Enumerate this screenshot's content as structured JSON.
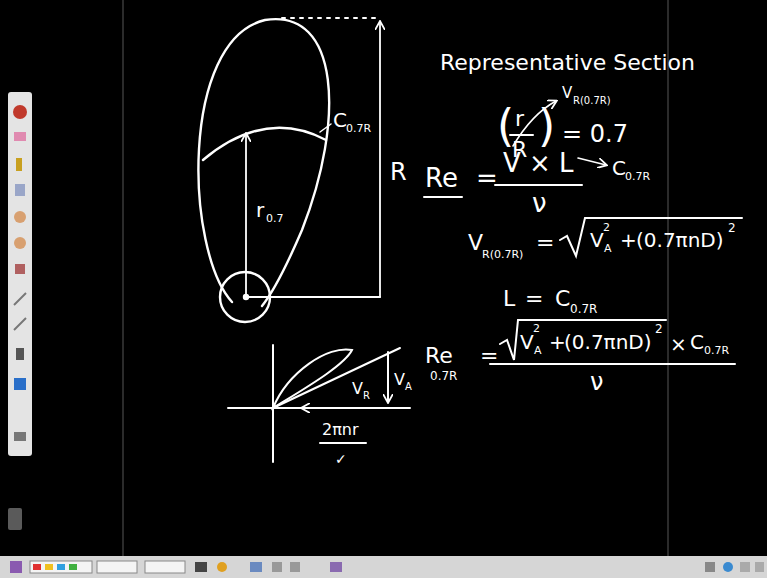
{
  "diagram": {
    "labels": [
      "Representative Section",
      "(",
      "r",
      "R",
      ")",
      "= 0.7",
      "V",
      "R(0.7R)",
      "Re",
      "=",
      "V × L",
      "ν",
      "C",
      "0.7R",
      "V",
      "R(0.7R)",
      "=",
      "V",
      "2",
      "A",
      "+",
      "(0.7πnD)",
      "2",
      "L",
      "=",
      "C",
      "0.7R",
      "Re",
      "0.7R",
      "=",
      "V",
      "2",
      "A",
      "+",
      "(0.7πnD)",
      "2",
      "×",
      "C",
      "0.7R",
      "ν",
      "C",
      "0.7R",
      "R",
      "r",
      "0.7",
      "V",
      "R",
      "V",
      "A",
      "2πnr",
      "✓"
    ]
  }
}
